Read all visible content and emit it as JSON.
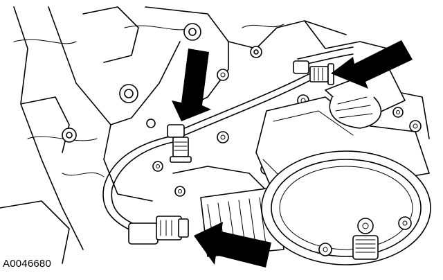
{
  "figure": {
    "reference_code": "A0046680"
  },
  "colors": {
    "line": "#000000",
    "background": "#ffffff"
  },
  "callouts": [
    {
      "id": "arrow-upper-center",
      "points_to": "upper-left-fuel-fitting"
    },
    {
      "id": "arrow-upper-right",
      "points_to": "right-fuel-fitting"
    },
    {
      "id": "arrow-lower",
      "points_to": "lower-connector"
    }
  ]
}
